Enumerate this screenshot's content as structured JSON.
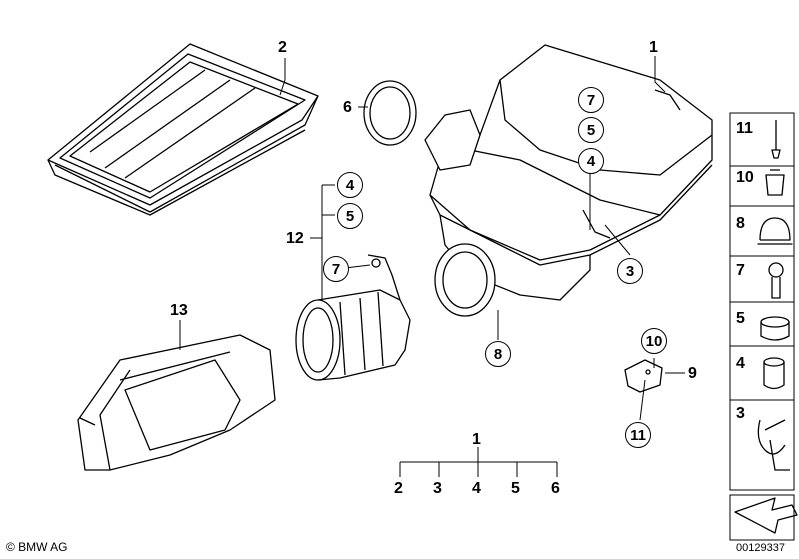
{
  "labels": {
    "l1": "1",
    "l2": "2",
    "l6": "6",
    "l12": "12",
    "l13": "13",
    "l9": "9",
    "tree_root": "1",
    "tree_2": "2",
    "tree_3": "3",
    "tree_4": "4",
    "tree_5": "5",
    "tree_6": "6"
  },
  "callouts": {
    "c7a": "7",
    "c5a": "5",
    "c4a": "4",
    "c3": "3",
    "c4b": "4",
    "c5b": "5",
    "c7b": "7",
    "c8": "8",
    "c10": "10",
    "c11": "11"
  },
  "side_panel": [
    "11",
    "10",
    "8",
    "7",
    "5",
    "4",
    "3"
  ],
  "footer": {
    "copyright": "© BMW AG",
    "image_number": "00129337"
  },
  "colors": {
    "line": "#000000",
    "background": "#ffffff",
    "arrow_fill": "#ffffff"
  }
}
